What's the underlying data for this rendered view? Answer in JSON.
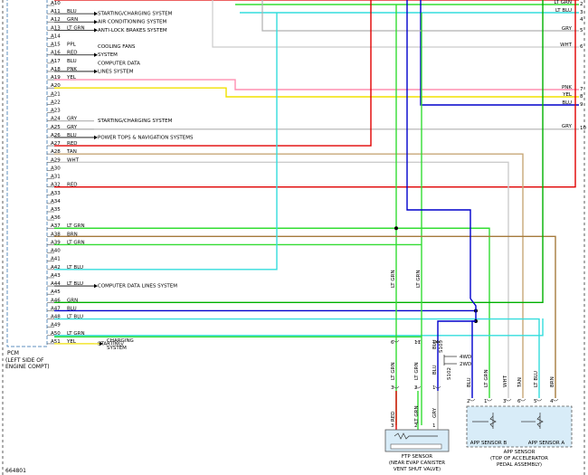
{
  "pcm": {
    "pins": [
      {
        "id": "A10",
        "label": "",
        "system": ""
      },
      {
        "id": "A11",
        "label": "BLU",
        "system": "STARTING/CHARGING SYSTEM"
      },
      {
        "id": "A12",
        "label": "GRN",
        "system": "AIR CONDITIONING SYSTEM"
      },
      {
        "id": "A13",
        "label": "LT GRN",
        "system": "ANTI-LOCK BRAKES SYSTEM"
      },
      {
        "id": "A14",
        "label": "",
        "system": ""
      },
      {
        "id": "A15",
        "label": "PPL",
        "system": "COOLING FANS"
      },
      {
        "id": "A16",
        "label": "RED",
        "system": "SYSTEM"
      },
      {
        "id": "A17",
        "label": "BLU",
        "system": "COMPUTER DATA"
      },
      {
        "id": "A18",
        "label": "PNK",
        "system": "LINES SYSTEM"
      },
      {
        "id": "A19",
        "label": "YEL",
        "system": ""
      },
      {
        "id": "A20",
        "label": "",
        "system": ""
      },
      {
        "id": "A21",
        "label": "",
        "system": ""
      },
      {
        "id": "A22",
        "label": "",
        "system": ""
      },
      {
        "id": "A23",
        "label": "",
        "system": ""
      },
      {
        "id": "A24",
        "label": "GRY",
        "system": "STARTING/CHARGING SYSTEM"
      },
      {
        "id": "A25",
        "label": "GRY",
        "system": ""
      },
      {
        "id": "A26",
        "label": "BLU",
        "system": "POWER TOPS & NAVIGATION SYSTEMS"
      },
      {
        "id": "A27",
        "label": "RED",
        "system": ""
      },
      {
        "id": "A28",
        "label": "TAN",
        "system": ""
      },
      {
        "id": "A29",
        "label": "WHT",
        "system": ""
      },
      {
        "id": "A30",
        "label": "",
        "system": ""
      },
      {
        "id": "A31",
        "label": "",
        "system": ""
      },
      {
        "id": "A32",
        "label": "RED",
        "system": ""
      },
      {
        "id": "A33",
        "label": "",
        "system": ""
      },
      {
        "id": "A34",
        "label": "",
        "system": ""
      },
      {
        "id": "A35",
        "label": "",
        "system": ""
      },
      {
        "id": "A36",
        "label": "",
        "system": ""
      },
      {
        "id": "A37",
        "label": "LT GRN",
        "system": ""
      },
      {
        "id": "A38",
        "label": "BRN",
        "system": ""
      },
      {
        "id": "A39",
        "label": "LT GRN",
        "system": ""
      },
      {
        "id": "A40",
        "label": "",
        "system": ""
      },
      {
        "id": "A41",
        "label": "",
        "system": ""
      },
      {
        "id": "A42",
        "label": "LT BLU",
        "system": ""
      },
      {
        "id": "A43",
        "label": "",
        "system": ""
      },
      {
        "id": "A44",
        "label": "LT BLU",
        "system": "COMPUTER DATA LINES SYSTEM"
      },
      {
        "id": "A45",
        "label": "",
        "system": ""
      },
      {
        "id": "A46",
        "label": "GRN",
        "system": ""
      },
      {
        "id": "A47",
        "label": "BLU",
        "system": ""
      },
      {
        "id": "A48",
        "label": "LT BLU",
        "system": ""
      },
      {
        "id": "A49",
        "label": "",
        "system": ""
      },
      {
        "id": "A50",
        "label": "LT GRN",
        "system": ""
      },
      {
        "id": "A51",
        "label": "YEL",
        "system": "STARTING/"
      }
    ],
    "system_extra": [
      "CHARGING",
      "SYSTEM"
    ],
    "caption": [
      "PCM",
      "(LEFT SIDE OF",
      "ENGINE COMPT)"
    ]
  },
  "right_labels": [
    {
      "num": "2",
      "wire": "LT GRN"
    },
    {
      "num": "3",
      "wire": "LT BLU"
    },
    {
      "num": "4",
      "wire": ""
    },
    {
      "num": "5",
      "wire": "GRY"
    },
    {
      "num": "6",
      "wire": "WHT"
    },
    {
      "num": "7",
      "wire": "PNK"
    },
    {
      "num": "8",
      "wire": "YEL"
    },
    {
      "num": "9",
      "wire": "BLU"
    },
    {
      "num": "10",
      "wire": "GRY"
    }
  ],
  "vertical_labels": {
    "ltgrn1": "LT GRN",
    "ltgrn2": "LT GRN",
    "ftp_top": [
      "LT GRN",
      "LT GRN",
      "BLU"
    ],
    "ftp_bottom": [
      "RED",
      "LT GRN",
      "GRY"
    ],
    "s105": "S105",
    "s102": "S102",
    "app_wires": [
      "BLU",
      "LT GRN",
      "WHT",
      "TAN",
      "LT BLU",
      "BRN"
    ]
  },
  "pin_nums": {
    "ftp_top": [
      "6",
      "11",
      "14"
    ],
    "ftp_mid": [
      "3",
      "2",
      "1"
    ],
    "ftp_bot": [
      "3",
      "2",
      "1"
    ],
    "app": [
      "2",
      "1",
      "3",
      "6",
      "5",
      "4"
    ]
  },
  "wd": [
    "4WD",
    "2WD"
  ],
  "ftp_sensor": [
    "FTP SENSOR",
    "(NEAR EVAP CANISTER",
    "VENT SHUT VALVE)"
  ],
  "app_sensor": {
    "title": [
      "APP SENSOR",
      "(TOP OF ACCELERATOR",
      "PEDAL ASSEMBLY)"
    ],
    "b": "APP SENSOR B",
    "a": "APP SENSOR A"
  },
  "fig_id": "664801",
  "colors": {
    "red": "#e00000",
    "green": "#00b000",
    "ltgrn": "#33dd33",
    "blue": "#0000cc",
    "ltblu": "#33dddd",
    "yel": "#f0e000",
    "pnk": "#ff8fb0",
    "gry": "#b0b0b0",
    "brn": "#a57a3c",
    "tan": "#c8a878",
    "wht": "#cccccc"
  }
}
